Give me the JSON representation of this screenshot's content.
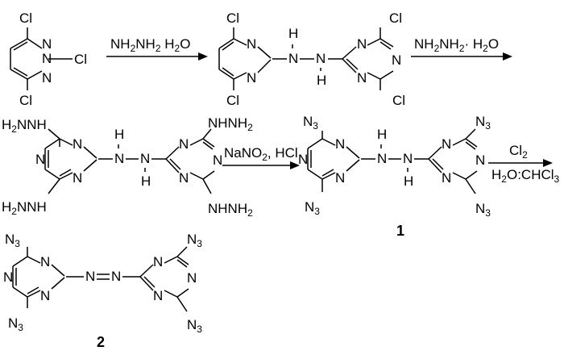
{
  "atoms": {
    "cl": "Cl",
    "n": "N",
    "h": "H",
    "nh2_main": "NHNH",
    "nh2_sub": "2",
    "nh2_lead": "H",
    "nh2_tail": "NNH",
    "n3_main": "N",
    "n3_sub": "3"
  },
  "reagents": {
    "step1": {
      "a": "NH",
      "a_sub": "2",
      "b": "NH",
      "b_sub": "2",
      "c": " H",
      "c_sub": "2",
      "d": "O"
    },
    "step2": {
      "a": "NH",
      "a_sub": "2",
      "b": "NH",
      "b_sub": "2",
      "c": "· H",
      "c_sub": "2",
      "d": "O"
    },
    "step3": {
      "a": "NaNO",
      "a_sub": "2",
      "b": ", HCl"
    },
    "step4": {
      "top": "Cl",
      "top_sub": "2",
      "bottom": "H",
      "bottom_sub": "2",
      "bottom_mid": "O:CHCl",
      "bottom_sub2": "3"
    }
  },
  "compounds": {
    "one": "1",
    "two": "2"
  }
}
